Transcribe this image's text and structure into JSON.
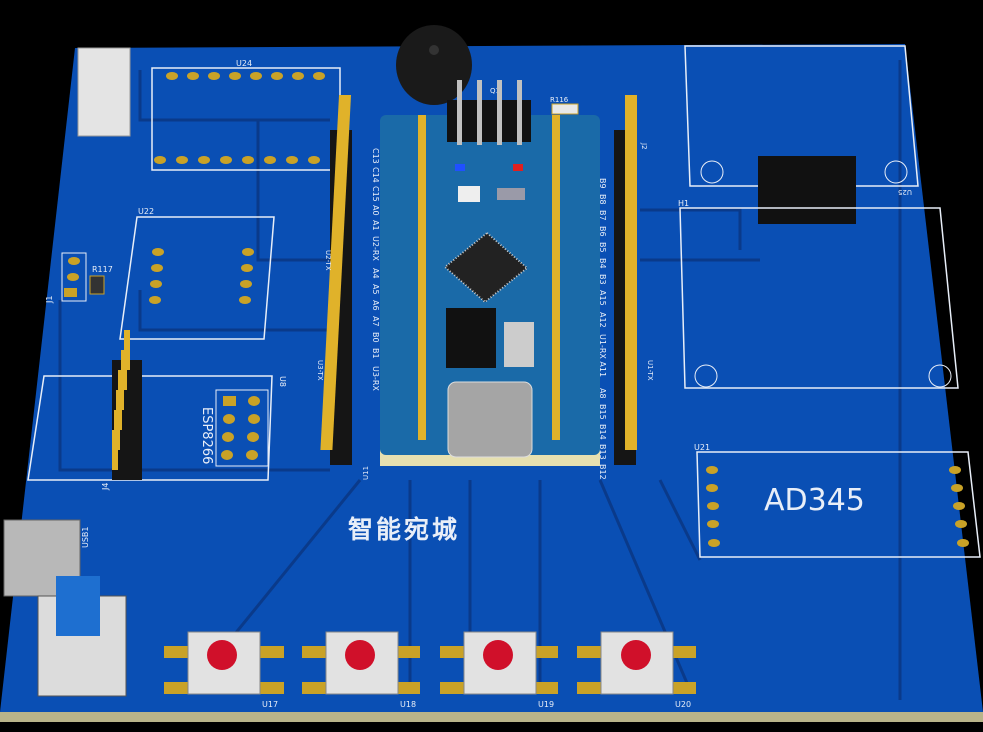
{
  "board": {
    "title_text": "智能宛城",
    "colors": {
      "board": "#0a4fb4",
      "trace": "#0a3d8f",
      "silk": "#e8eef8",
      "pad": "#c9a227",
      "module": "#1a6aa8"
    }
  },
  "labels": {
    "u24": "U24",
    "u22": "U22",
    "r117": "R117",
    "j1": "J1",
    "j4": "J4",
    "u8": "U8",
    "esp": "ESP8266",
    "q1": "Q1",
    "r116": "R116",
    "u11": "U11",
    "u2tx": "U2-TX",
    "u3tx": "U3-TX",
    "u3rx": "U3-RX",
    "j2": "J2",
    "u1tx": "U1-TX",
    "u25": "U25",
    "h1": "H1",
    "u21": "U21",
    "ad345": "AD345",
    "usb1": "USB1",
    "u17": "U17",
    "u18": "U18",
    "u19": "U19",
    "u20": "U20"
  },
  "left_pins": [
    "C13",
    "C14",
    "C15",
    "A0",
    "A1",
    "U2-RX",
    "A4",
    "A5",
    "A6",
    "A7",
    "B0",
    "B1"
  ],
  "right_pins": [
    "B9",
    "B8",
    "B7",
    "B6",
    "B5",
    "B4",
    "B3",
    "A15",
    "A12",
    "U1-RX A11",
    "A8",
    "B15",
    "B14",
    "B13",
    "B12"
  ]
}
